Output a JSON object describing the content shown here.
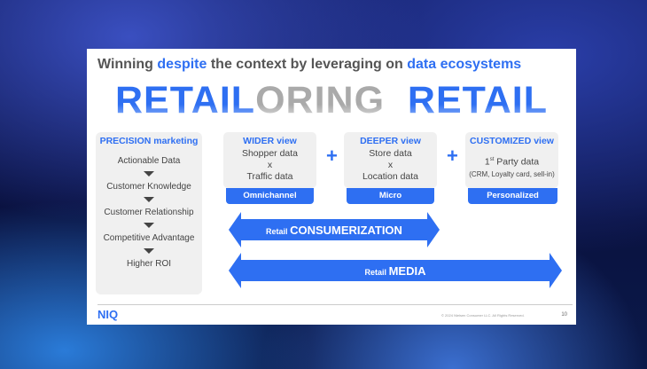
{
  "slide": {
    "heading": {
      "part1": "Winning ",
      "hl1": "despite",
      "part2": " the context by leveraging on ",
      "hl2": "data ecosystems"
    },
    "big_title": {
      "p1": "RETAIL",
      "p2": "ORING",
      "p3": "RETAIL"
    },
    "precision": {
      "title": "PRECISION marketing",
      "items": [
        "Actionable Data",
        "Customer Knowledge",
        "Customer Relationship",
        "Competitive Advantage",
        "Higher ROI"
      ]
    },
    "views": [
      {
        "title": "WIDER view",
        "line1": "Shopper data",
        "x": "x",
        "line2": "Traffic data",
        "tag": "Omnichannel"
      },
      {
        "title": "DEEPER view",
        "line1": "Store data",
        "x": "x",
        "line2": "Location data",
        "tag": "Micro"
      },
      {
        "title": "CUSTOMIZED view",
        "line1_pre": "1",
        "line1_sup": "st",
        "line1_post": " Party data",
        "line2": "(CRM, Loyalty card, sell-in)",
        "tag": "Personalized"
      }
    ],
    "plus": "+",
    "arrows": [
      {
        "small": "Retail ",
        "big": "CONSUMERIZATION"
      },
      {
        "small": "Retail ",
        "big": "MEDIA"
      }
    ],
    "footer": {
      "logo": "NIQ",
      "copyright": "© 2024 Nielsen Consumer LLC. All Rights Reserved.",
      "page": "10"
    },
    "accent": "#2e6ff2"
  }
}
